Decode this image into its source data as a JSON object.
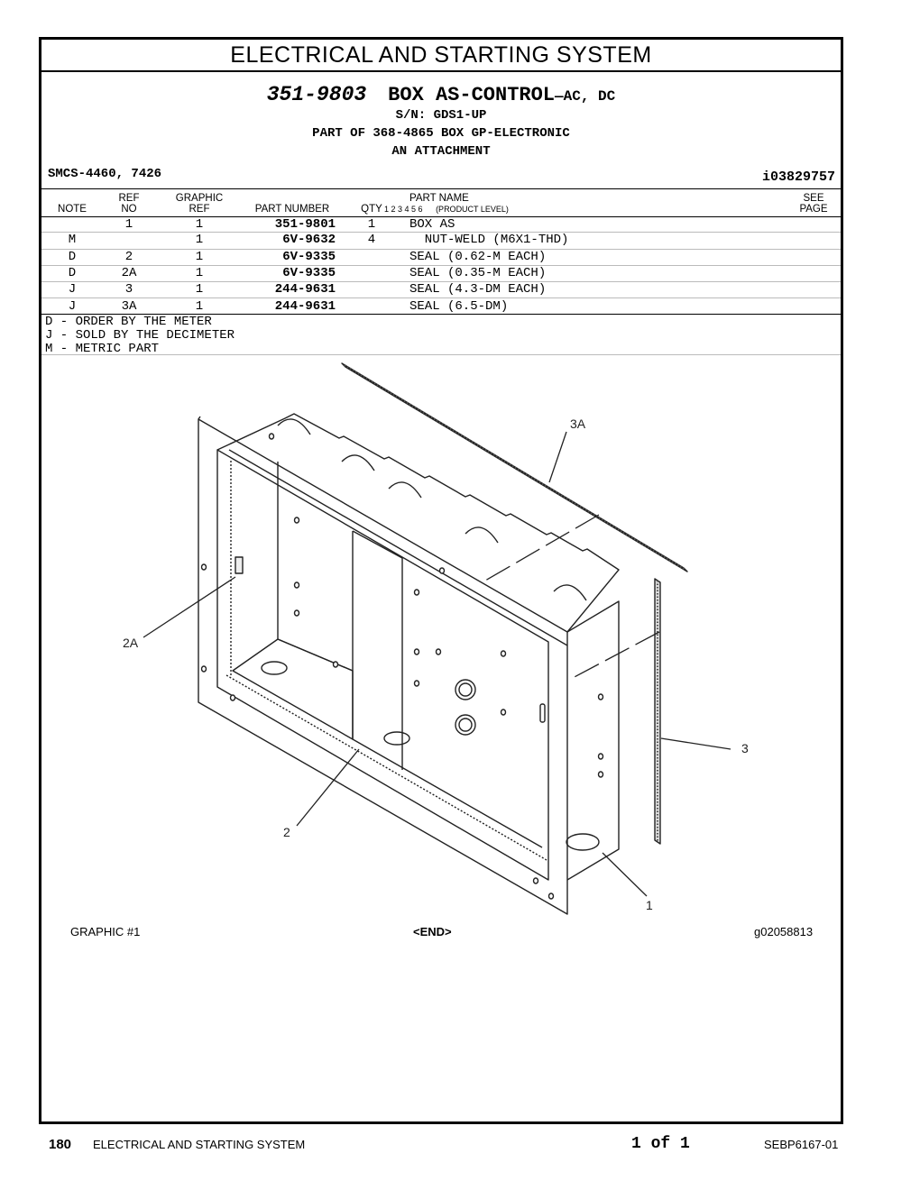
{
  "section_title": "ELECTRICAL AND STARTING SYSTEM",
  "header": {
    "part_number": "351-9803",
    "part_name": "BOX AS-CONTROL",
    "part_suffix": "—AC, DC",
    "serial": "S/N: GDS1-UP",
    "part_of": "PART OF 368-4865 BOX GP-ELECTRONIC",
    "attachment": "AN ATTACHMENT",
    "smcs": "SMCS-4460, 7426",
    "illustration_id": "i03829757"
  },
  "columns": {
    "note": "NOTE",
    "ref_no_1": "REF",
    "ref_no_2": "NO",
    "graphic_ref_1": "GRAPHIC",
    "graphic_ref_2": "REF",
    "part_number": "PART NUMBER",
    "qty": "QTY",
    "part_name": "PART NAME",
    "product_levels": "1 2 3 4 5 6",
    "product_level_label": "(PRODUCT LEVEL)",
    "see_page_1": "SEE",
    "see_page_2": "PAGE"
  },
  "rows": [
    {
      "note": "",
      "ref": "1",
      "gref": "1",
      "part_number": "351-9801",
      "qty": "1",
      "name": "BOX AS"
    },
    {
      "note": "M",
      "ref": "",
      "gref": "1",
      "part_number": "6V-9632",
      "qty": "4",
      "name": "  NUT-WELD (M6X1-THD)"
    },
    {
      "note": "D",
      "ref": "2",
      "gref": "1",
      "part_number": "6V-9335",
      "qty": "",
      "name": "SEAL (0.62-M EACH)"
    },
    {
      "note": "D",
      "ref": "2A",
      "gref": "1",
      "part_number": "6V-9335",
      "qty": "",
      "name": "SEAL (0.35-M EACH)"
    },
    {
      "note": "J",
      "ref": "3",
      "gref": "1",
      "part_number": "244-9631",
      "qty": "",
      "name": "SEAL (4.3-DM EACH)"
    },
    {
      "note": "J",
      "ref": "3A",
      "gref": "1",
      "part_number": "244-9631",
      "qty": "",
      "name": "SEAL (6.5-DM)"
    }
  ],
  "notes": [
    "D - ORDER BY THE METER",
    "J - SOLD BY THE DECIMETER",
    "M - METRIC PART"
  ],
  "callouts": {
    "c3a": "3A",
    "c2a": "2A",
    "c3": "3",
    "c2": "2",
    "c1": "1"
  },
  "graphic_footer": {
    "graphic_label": "GRAPHIC #1",
    "end_marker": "<END>",
    "graphic_id": "g02058813"
  },
  "page_footer": {
    "page_number": "180",
    "section": "ELECTRICAL AND STARTING SYSTEM",
    "page_of": "1 of 1",
    "doc_id": "SEBP6167-01"
  }
}
